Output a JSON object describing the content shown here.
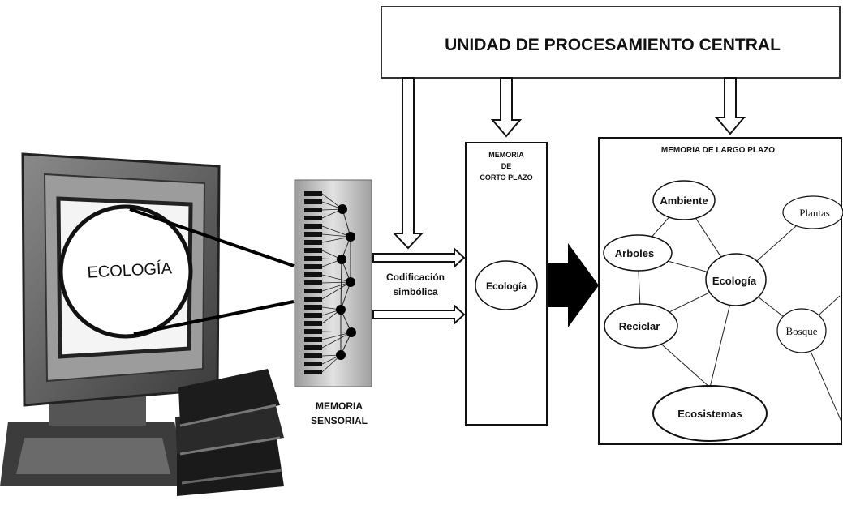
{
  "cpu": {
    "title": "UNIDAD DE PROCESAMIENTO CENTRAL"
  },
  "monitor": {
    "screen_word": "ECOLOGÍA"
  },
  "sensory": {
    "label_line1": "MEMORIA",
    "label_line2": "SENSORIAL"
  },
  "coding": {
    "line1": "Codificación",
    "line2": "simbólica"
  },
  "short_term": {
    "title_line1": "MEMORIA",
    "title_line2": "DE",
    "title_line3": "CORTO PLAZO",
    "item": "Ecología"
  },
  "long_term": {
    "title": "MEMORIA DE LARGO PLAZO",
    "nodes": {
      "ambiente": "Ambiente",
      "plantas": "Plantas",
      "arboles": "Arboles",
      "ecologia": "Ecología",
      "reciclar": "Reciclar",
      "bosque": "Bosque",
      "ecosistemas": "Ecosistemas"
    }
  }
}
